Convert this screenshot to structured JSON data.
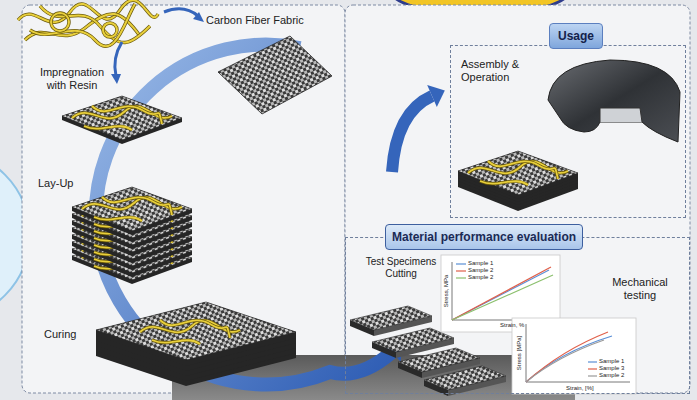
{
  "diagram": {
    "nodes": [
      {
        "text": [
          "Usage",
          "Assembly & Operation"
        ]
      },
      {
        "text": [
          "Material performance evaluation"
        ]
      }
    ],
    "labels": [
      "Carbon Fiber Fabric",
      "Impregnation with Resin",
      "Lay-Up",
      "Curing",
      "Test Specimens Cutting",
      "Mechanical testing",
      "Sample 1",
      "Sample 2",
      "Sample 2",
      "Stress, MPa",
      "Strain, %",
      "Sample 1",
      "Sample 3",
      "Sample 2",
      "Stress [MPa]",
      "Strain, [%]"
    ]
  }
}
